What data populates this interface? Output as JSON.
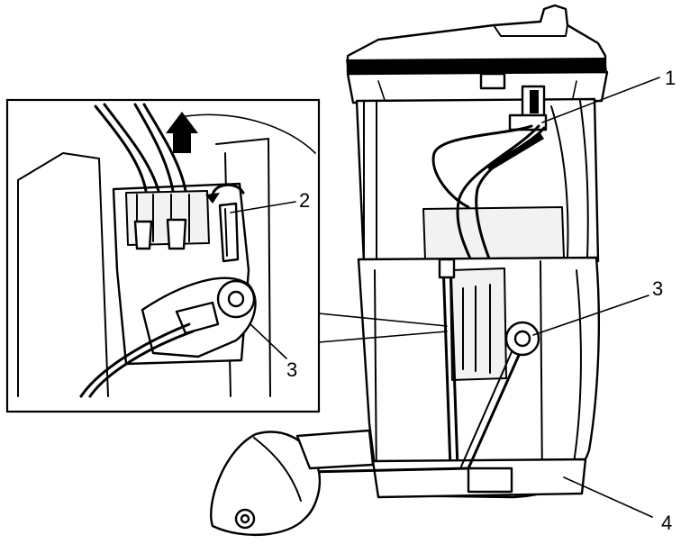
{
  "callouts": {
    "c1": "1",
    "c2": "2",
    "c3_detail": "3",
    "c3_main": "3",
    "c4": "4"
  },
  "detail_arrows": {
    "pull_up": "up-arrow-icon",
    "release_tab": "curved-arrow-icon"
  },
  "colors": {
    "line": "#000000",
    "background": "#ffffff"
  }
}
